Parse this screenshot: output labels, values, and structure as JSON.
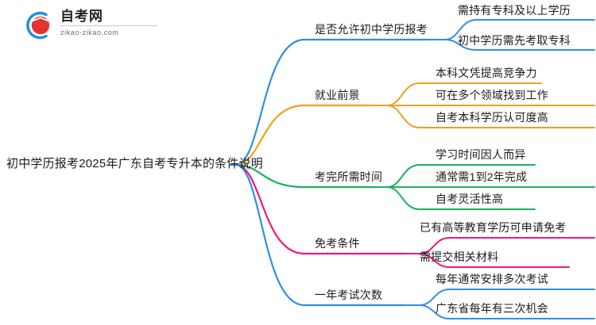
{
  "logo": {
    "title": "自考网",
    "subtitle": "zikao-zikao.com",
    "mark_name": "graduation-cap-logo-icon",
    "ring_color": "#1f8fe0",
    "cap_color": "#e2322b"
  },
  "mindmap": {
    "root": {
      "label": "初中学历报考2025年广东自考专升本的条件说明"
    },
    "branches": [
      {
        "label": "是否允许初中学历报考",
        "color": "#2f8fe8",
        "children": [
          {
            "label": "需持有专科及以上学历"
          },
          {
            "label": "初中学历需先考取专科"
          }
        ]
      },
      {
        "label": "就业前景",
        "color": "#eda21f",
        "children": [
          {
            "label": "本科文凭提高竞争力"
          },
          {
            "label": "可在多个领域找到工作"
          },
          {
            "label": "自考本科学历认可度高"
          }
        ]
      },
      {
        "label": "考完所需时间",
        "color": "#18b25c",
        "children": [
          {
            "label": "学习时间因人而异"
          },
          {
            "label": "通常需1到2年完成"
          },
          {
            "label": "自考灵活性高"
          }
        ]
      },
      {
        "label": "免考条件",
        "color": "#f4157d",
        "children": [
          {
            "label": "已有高等教育学历可申请免考"
          },
          {
            "label": "需提交相关材料"
          }
        ]
      },
      {
        "label": "一年考试次数",
        "color": "#2f8fe8",
        "children": [
          {
            "label": "每年通常安排多次考试"
          },
          {
            "label": "广东省每年有三次机会"
          }
        ]
      }
    ]
  }
}
